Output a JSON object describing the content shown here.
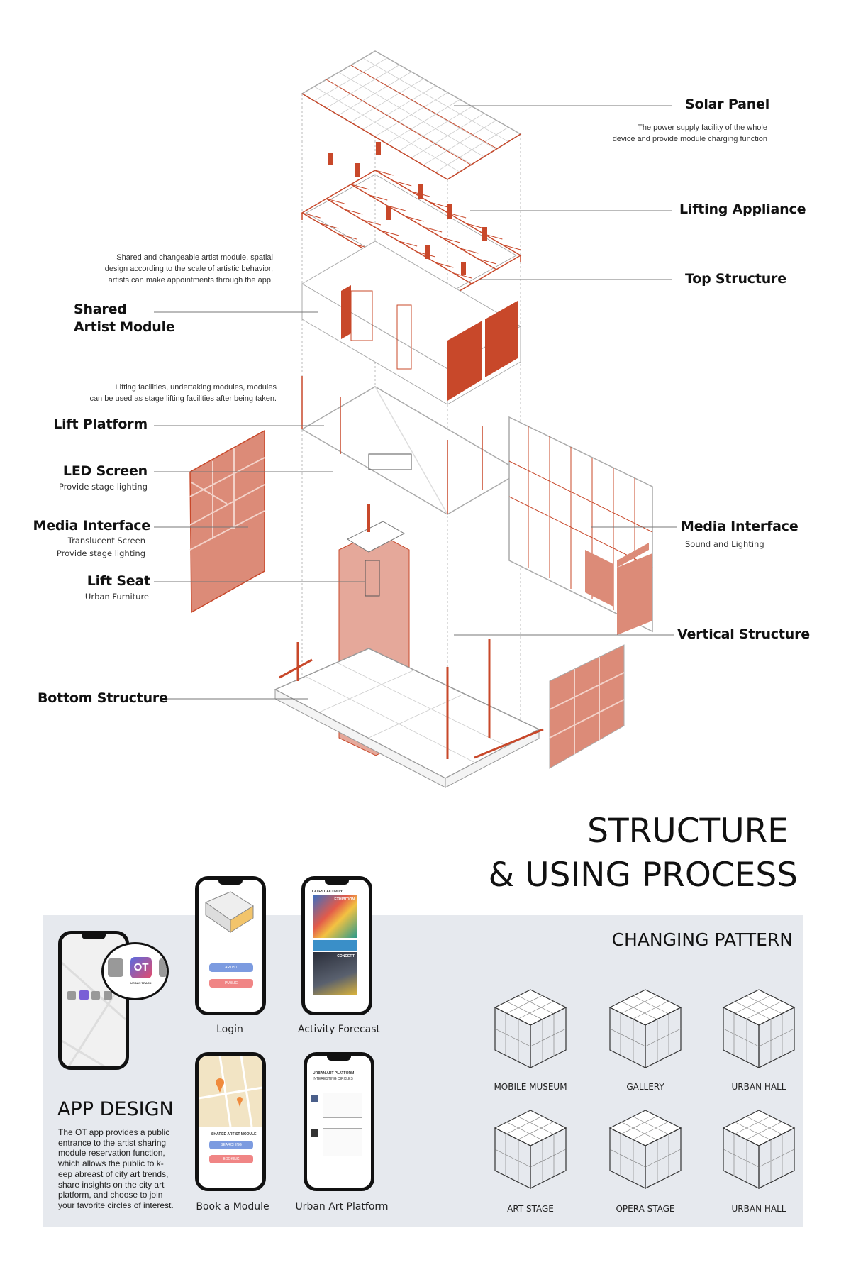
{
  "labels": {
    "solar_panel": {
      "title": "Solar Panel",
      "desc": [
        "The power supply facility of the whole",
        "device and provide module charging function"
      ]
    },
    "lifting_appliance": {
      "title": "Lifting Appliance"
    },
    "top_structure": {
      "title": "Top Structure"
    },
    "shared_artist_module": {
      "title_1": "Shared",
      "title_2": "Artist Module",
      "desc": [
        "Shared and changeable artist module, spatial",
        "design according to the scale of artistic behavior,",
        "artists   can make appointments through the app."
      ]
    },
    "lift_platform": {
      "title": "Lift Platform",
      "desc": [
        "Lifting facilities, undertaking modules, modules",
        "can be used as stage lifting facilities after being taken."
      ]
    },
    "led_screen": {
      "title": "LED Screen",
      "sub": "Provide stage lighting"
    },
    "media_interface_left": {
      "title": "Media Interface",
      "sub_1": "Translucent Screen",
      "sub_2": "Provide stage lighting"
    },
    "lift_seat": {
      "title": "Lift Seat",
      "sub": "Urban Furniture"
    },
    "bottom_structure": {
      "title": "Bottom Structure"
    },
    "media_interface_right": {
      "title": "Media Interface",
      "sub": "Sound and Lighting"
    },
    "vertical_structure": {
      "title": "Vertical Structure"
    }
  },
  "heading": {
    "line_1": "STRUCTURE",
    "line_2": "& USING PROCESS"
  },
  "app_design": {
    "title": "APP DESIGN",
    "body": [
      "The OT app provides a public",
      "entrance to the artist sharing",
      "module reservation function,",
      "which allows the public to k-",
      "eep abreast of city art trends,",
      "share insights on the city art",
      "platform, and choose to join",
      "your favorite circles of interest."
    ],
    "app_icon": "OT",
    "app_name": "URBAN TRACK",
    "phones": [
      {
        "label": "Login",
        "buttons": [
          "ARTIST",
          "PUBLIC"
        ]
      },
      {
        "label": "Activity Forecast",
        "header": "LATEST ACTIVITY",
        "cards": [
          "EXHIBITION",
          "CONCERT"
        ]
      },
      {
        "label": "Book a Module",
        "caption": "SHARED ARTIST MODULE",
        "buttons": [
          "SEARCHING",
          "BOOKING"
        ]
      },
      {
        "label": "Urban Art Platform",
        "header": "URBAN ART PLATFORM",
        "subheader": "INTERESTING CIRCLES"
      }
    ]
  },
  "changing_pattern": {
    "title": "CHANGING PATTERN",
    "items": [
      "MOBILE MUSEUM",
      "GALLERY",
      "URBAN HALL",
      "ART STAGE",
      "OPERA STAGE",
      "URBAN HALL"
    ]
  },
  "colors": {
    "accent": "#c8482a",
    "salmon": "#dc8b78",
    "panel": "#e6e9ee"
  }
}
